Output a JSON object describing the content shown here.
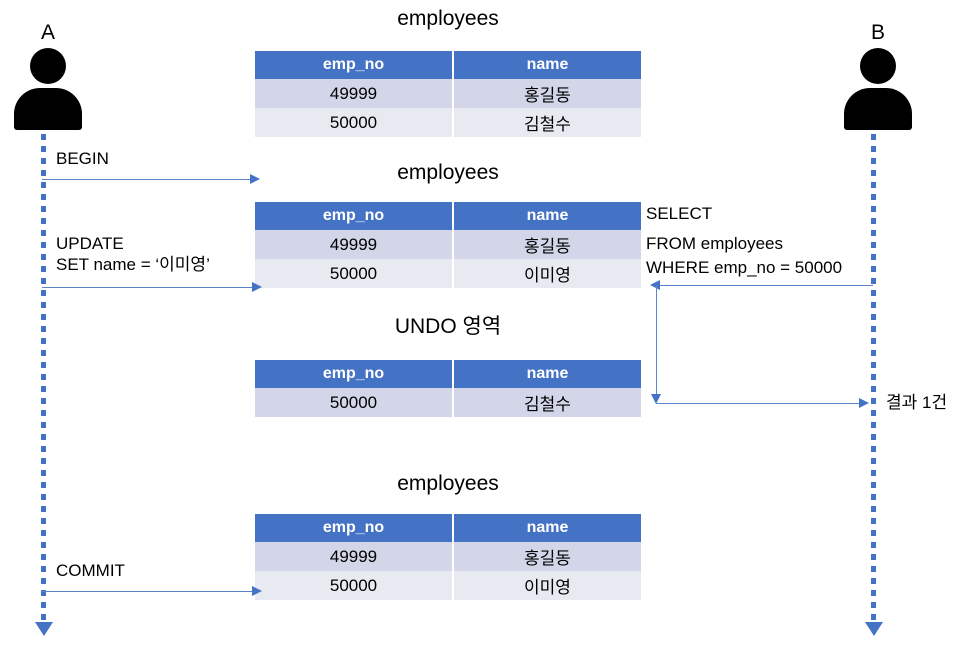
{
  "diagram": {
    "title": "Transaction isolation sequence diagram",
    "colors": {
      "header_blue": "#4472C4",
      "row_odd": "#D2D6E8",
      "row_even": "#E8EAF2",
      "arrow_blue": "#5B85C9",
      "actor_black": "#000000"
    }
  },
  "actors": [
    {
      "id": "a",
      "label": "A"
    },
    {
      "id": "b",
      "label": "B"
    }
  ],
  "messages": {
    "begin": "BEGIN",
    "update_line1": "UPDATE",
    "update_line2": "SET name = ‘이미영’",
    "select_line1": "SELECT",
    "select_line2": "FROM employees",
    "select_line3": "WHERE emp_no = 50000",
    "result": "결과 1건",
    "commit": "COMMIT"
  },
  "tables": [
    {
      "id": "employees-initial",
      "title": "employees",
      "columns": [
        "emp_no",
        "name"
      ],
      "rows": [
        [
          "49999",
          "홍길동"
        ],
        [
          "50000",
          "김철수"
        ]
      ]
    },
    {
      "id": "employees-updated",
      "title": "employees",
      "columns": [
        "emp_no",
        "name"
      ],
      "rows": [
        [
          "49999",
          "홍길동"
        ],
        [
          "50000",
          "이미영"
        ]
      ]
    },
    {
      "id": "undo-segment",
      "title": "UNDO 영역",
      "columns": [
        "emp_no",
        "name"
      ],
      "rows": [
        [
          "50000",
          "김철수"
        ]
      ]
    },
    {
      "id": "employees-committed",
      "title": "employees",
      "columns": [
        "emp_no",
        "name"
      ],
      "rows": [
        [
          "49999",
          "홍길동"
        ],
        [
          "50000",
          "이미영"
        ]
      ]
    }
  ]
}
